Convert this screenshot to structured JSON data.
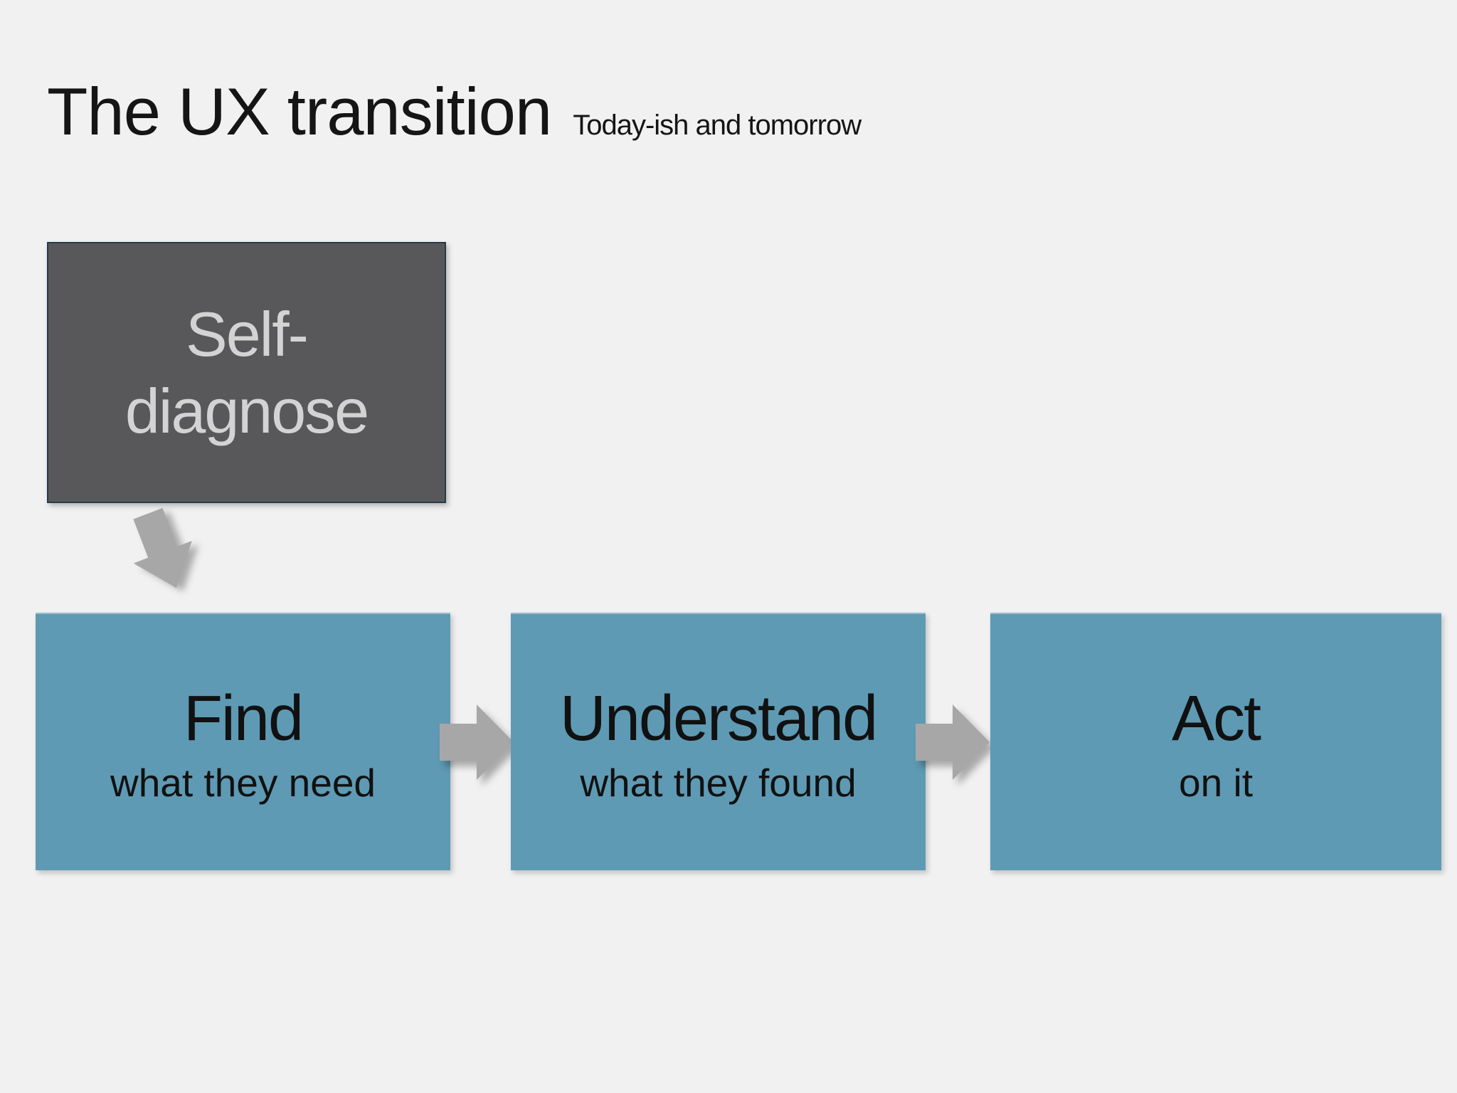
{
  "slide": {
    "title": "The UX transition",
    "subtitle": "Today-ish and tomorrow"
  },
  "diagram": {
    "legacy_step": {
      "lines": [
        "Self-",
        "diagnose"
      ]
    },
    "steps": [
      {
        "title": "Find",
        "subtitle": "what they need"
      },
      {
        "title": "Understand",
        "subtitle": "what they found"
      },
      {
        "title": "Act",
        "subtitle": "on it"
      }
    ],
    "connectors": [
      "down-arrow",
      "right-arrow",
      "right-arrow"
    ]
  },
  "colors": {
    "background": "#f1f1f2",
    "step_box": "#5e9ab4",
    "legacy_box": "#58585a",
    "legacy_box_border": "#253a4e",
    "arrow": "#a7a7a7",
    "legacy_text": "#d3d3d4",
    "text": "#151515"
  }
}
